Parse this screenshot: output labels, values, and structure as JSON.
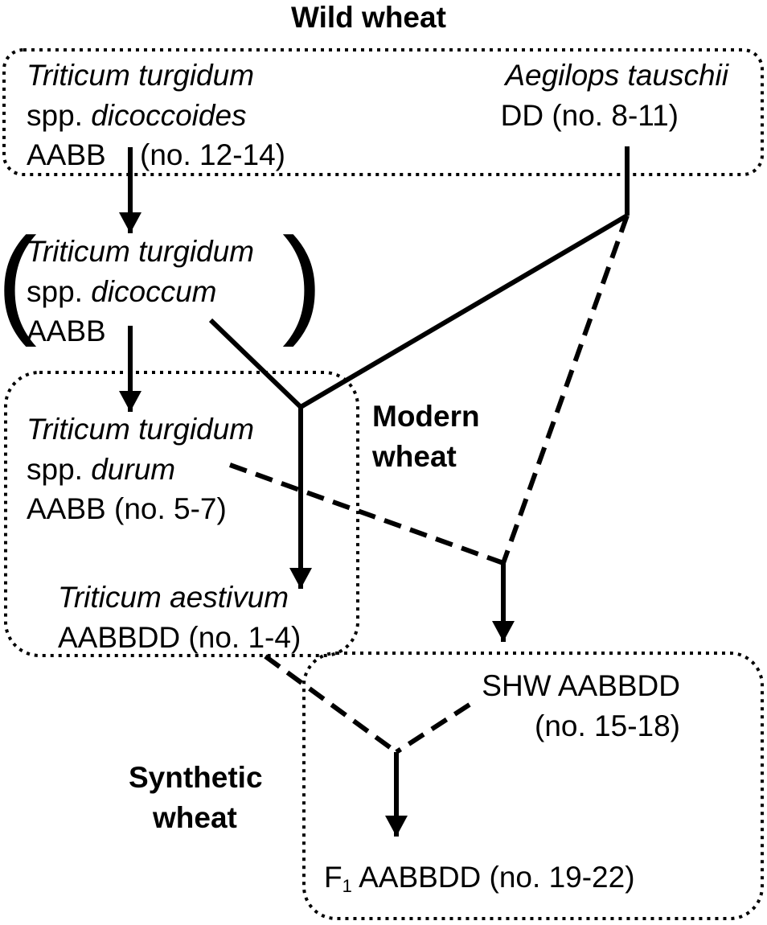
{
  "titles": {
    "wild": "Wild wheat",
    "modern_line1": "Modern",
    "modern_line2": "wheat",
    "synthetic_line1": "Synthetic",
    "synthetic_line2": "wheat"
  },
  "dicoccoides": {
    "name": "Triticum turgidum",
    "spp_prefix": "spp. ",
    "spp": "dicoccoides",
    "genome": "AABB",
    "nos": "(no. 12-14)"
  },
  "tauschii": {
    "name": "Aegilops tauschii",
    "genome_nos": "DD (no. 8-11)"
  },
  "dicoccum": {
    "name": "Triticum turgidum",
    "spp_prefix": "spp. ",
    "spp": "dicoccum",
    "genome": "AABB",
    "paren_open": "(",
    "paren_close": ")"
  },
  "durum": {
    "name": "Triticum turgidum",
    "spp_prefix": "spp. ",
    "spp": "durum",
    "genome_nos": "AABB (no. 5-7)"
  },
  "aestivum": {
    "name": "Triticum aestivum",
    "genome_nos": "AABBDD (no. 1-4)"
  },
  "shw": {
    "line1": "SHW AABBDD",
    "line2": "(no. 15-18)"
  },
  "f1": {
    "prefix": "F",
    "sub": "1",
    "rest": " AABBDD (no. 19-22)"
  }
}
